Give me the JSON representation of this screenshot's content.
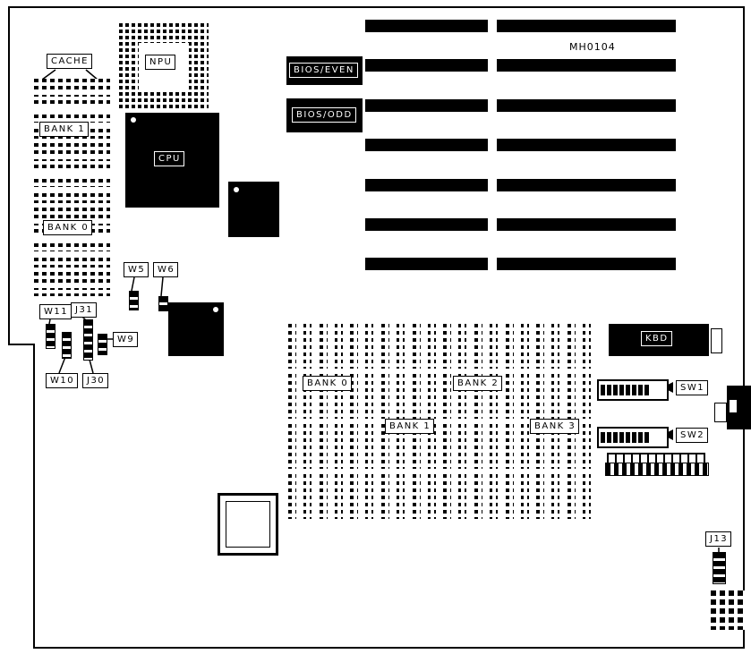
{
  "board": {
    "part_number": "MH0104",
    "labels": {
      "cache": "CACHE",
      "cache_bank1": "BANK 1",
      "cache_bank0": "BANK 0",
      "npu": "NPU",
      "cpu": "CPU",
      "bios_even": "BIOS/EVEN",
      "bios_odd": "BIOS/ODD",
      "kbd": "KBD",
      "mem_bank0": "BANK 0",
      "mem_bank1": "BANK 1",
      "mem_bank2": "BANK 2",
      "mem_bank3": "BANK 3",
      "sw1": "SW1",
      "sw2": "SW2",
      "w5": "W5",
      "w6": "W6",
      "w9": "W9",
      "w10": "W10",
      "w11": "W11",
      "j30": "J30",
      "j31": "J31",
      "j13": "J13"
    }
  }
}
